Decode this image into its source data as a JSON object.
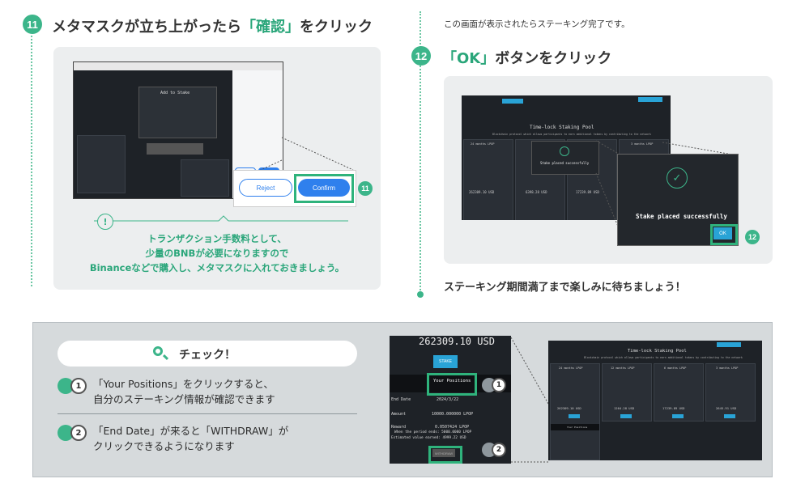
{
  "step11": {
    "number": "11",
    "title_before": "メタマスクが立ち上がったら",
    "title_accent": "「確認」",
    "title_after": "をクリック",
    "popup": {
      "header": "Add to Stake",
      "reject": "Reject",
      "confirm": "Confirm",
      "badge": "11"
    },
    "tip": {
      "line1": "トランザクション手数料として、",
      "line2": "少量のBNBが必要になりますので",
      "line3": "Binanceなどで購入し、メタマスクに入れておきましょう。"
    }
  },
  "step12": {
    "intro": "この画面が表示されたらステーキング完了です。",
    "number": "12",
    "title_accent": "「OK」",
    "title_after": "ボタンをクリック",
    "screen_title": "Time-lock Staking Pool",
    "screen_subtitle": "Blockchain protocol which allows participants to earn additional tokens by contributing to the network",
    "modal_text": "Stake placed successfully",
    "ok": "OK",
    "badge": "12",
    "cards": [
      {
        "title": "24 months LPOP",
        "value": "262309.10 USD"
      },
      {
        "title": "LPOP",
        "value": "6398.28 USD"
      },
      {
        "title": "LPOP",
        "value": "17239.89 USD"
      },
      {
        "title": "3 months LPOP",
        "value": ""
      }
    ],
    "footer": "ステーキング期間満了まで楽しみに待ちましょう！"
  },
  "check": {
    "title": "チェック！",
    "item1_num": "1",
    "item1_line1": "「Your Positions」をクリックすると、",
    "item1_line2": "自分のステーキング情報が確認できます",
    "item2_num": "2",
    "item2_line1": "「End Date」が来ると「WITHDRAW」が",
    "item2_line2": "クリックできるようになります",
    "zoom": {
      "amount_top": "262309.10 USD",
      "stake": "STAKE",
      "your_positions": "Your Positions",
      "end_date_label": "End Date",
      "end_date_value": "2024/3/22",
      "amount_label": "Amount",
      "amount_value": "10000.000000 LPOP",
      "reward_label": "Reward",
      "reward_value": "0.0507424 LPOP",
      "period_line": "When the period ends: 5000.0000 LPOP",
      "estimated_line": "Estimated value earned: 4999.22 USD",
      "withdraw": "WITHDRAW"
    },
    "screen": {
      "title": "Time-lock Staking Pool",
      "subtitle": "Blockchain protocol which allows participants to earn additional tokens by contributing to the network",
      "cards": [
        {
          "title": "24 months LPOP",
          "value": "262309.10 USD"
        },
        {
          "title": "12 months LPOP",
          "value": "1264.28 USD"
        },
        {
          "title": "6 months LPOP",
          "value": "17239.89 USD"
        },
        {
          "title": "3 months LPOP",
          "value": "2645.91 USD"
        }
      ],
      "positions": "Your Positions"
    }
  },
  "colors": {
    "accent": "#2aa67a",
    "badge": "#3cb58a",
    "confirm_blue": "#2f80ed",
    "screen_dark": "#1e2227",
    "stake_blue": "#29a3d6"
  }
}
